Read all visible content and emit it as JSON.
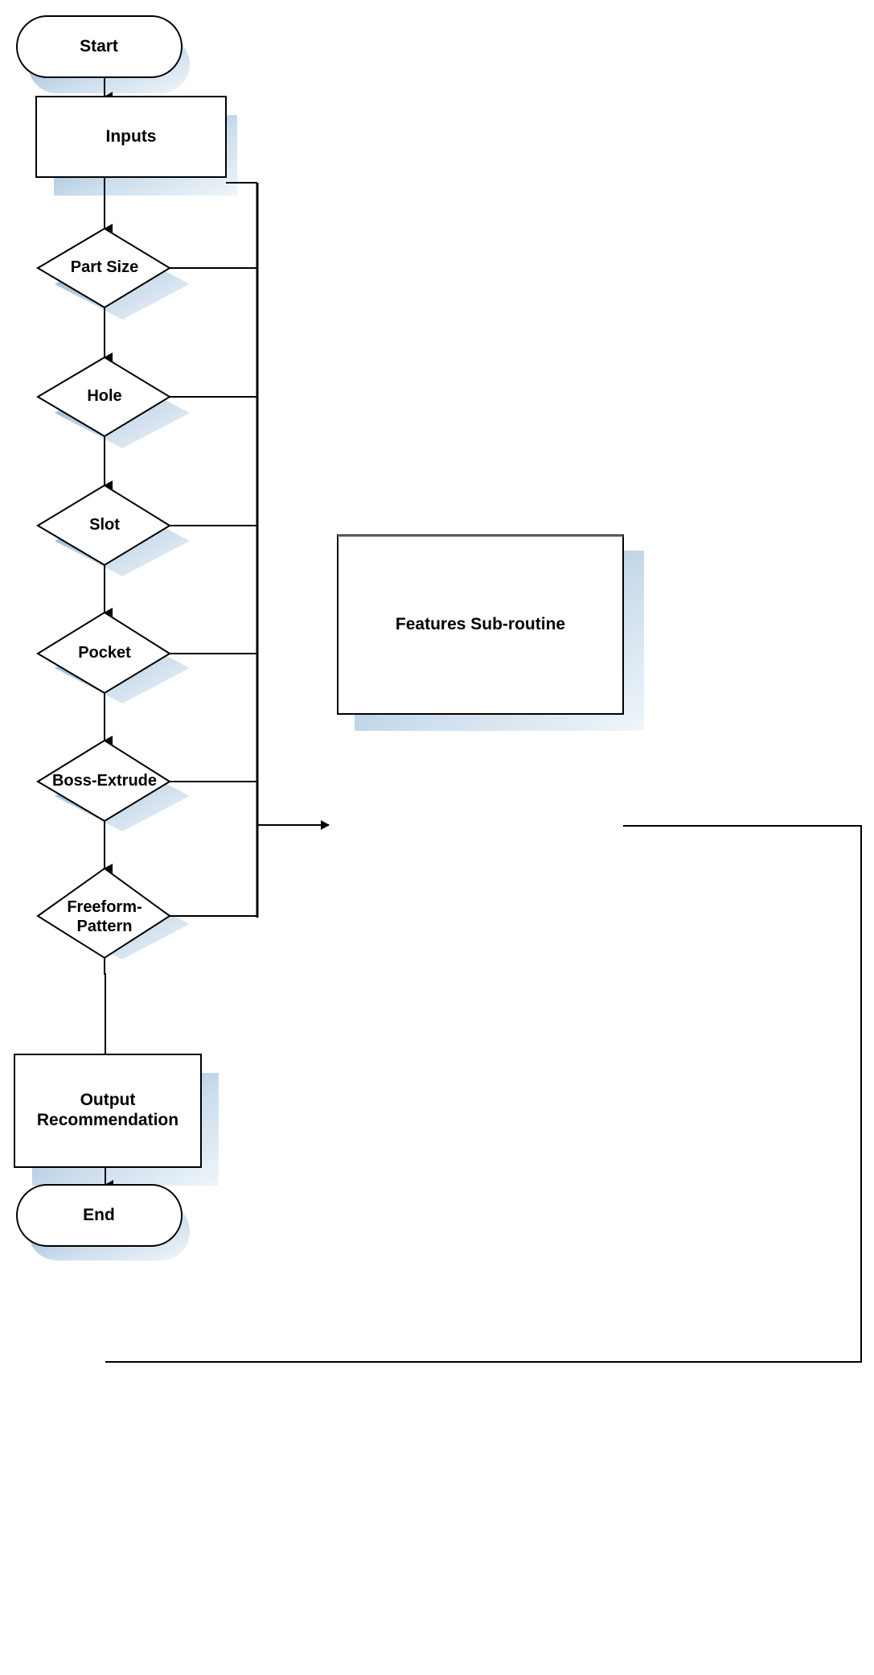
{
  "diagram": {
    "title": "Feature-based machining recommendation flowchart",
    "type": "flowchart",
    "colors": {
      "outline": "#000000",
      "fill": "#ffffff",
      "shadow_dark": "#7ba2c8",
      "shadow_light": "#f2f7fb",
      "text": "#000000",
      "connector": "#000000"
    },
    "nodes": [
      {
        "id": "start",
        "label": "Start",
        "shape": "terminator"
      },
      {
        "id": "inputs",
        "label": "Inputs",
        "shape": "process"
      },
      {
        "id": "part_size",
        "label": "Part Size",
        "shape": "decision"
      },
      {
        "id": "hole",
        "label": "Hole",
        "shape": "decision"
      },
      {
        "id": "slot",
        "label": "Slot",
        "shape": "decision"
      },
      {
        "id": "pocket",
        "label": "Pocket",
        "shape": "decision"
      },
      {
        "id": "boss_extrude",
        "label": "Boss-Extrude",
        "shape": "decision"
      },
      {
        "id": "freeform",
        "label": "Freeform-\nPattern",
        "shape": "decision"
      },
      {
        "id": "features",
        "label": "Features Sub-routine",
        "shape": "subroutine"
      },
      {
        "id": "output",
        "label": "Output\nRecommendation",
        "shape": "process"
      },
      {
        "id": "end",
        "label": "End",
        "shape": "terminator"
      }
    ],
    "edges": [
      {
        "from": "start",
        "to": "inputs",
        "kind": "arrow-down"
      },
      {
        "from": "inputs",
        "to": "part_size",
        "kind": "arrow-down"
      },
      {
        "from": "part_size",
        "to": "hole",
        "kind": "arrow-down"
      },
      {
        "from": "hole",
        "to": "slot",
        "kind": "arrow-down"
      },
      {
        "from": "slot",
        "to": "pocket",
        "kind": "arrow-down"
      },
      {
        "from": "pocket",
        "to": "boss_extrude",
        "kind": "arrow-down"
      },
      {
        "from": "boss_extrude",
        "to": "freeform",
        "kind": "arrow-down"
      },
      {
        "from": "freeform",
        "to": "output",
        "kind": "arrow-down"
      },
      {
        "from": "output",
        "to": "end",
        "kind": "arrow-down"
      },
      {
        "from": "inputs",
        "to": "bus",
        "kind": "branch-right"
      },
      {
        "from": "part_size",
        "to": "bus",
        "kind": "branch-right"
      },
      {
        "from": "hole",
        "to": "bus",
        "kind": "branch-right"
      },
      {
        "from": "slot",
        "to": "bus",
        "kind": "branch-right"
      },
      {
        "from": "pocket",
        "to": "bus",
        "kind": "branch-right"
      },
      {
        "from": "boss_extrude",
        "to": "bus",
        "kind": "branch-right"
      },
      {
        "from": "freeform",
        "to": "bus",
        "kind": "branch-right"
      },
      {
        "from": "bus",
        "to": "features",
        "kind": "arrow-right"
      },
      {
        "from": "features",
        "to": "output",
        "kind": "return-loop"
      }
    ]
  }
}
